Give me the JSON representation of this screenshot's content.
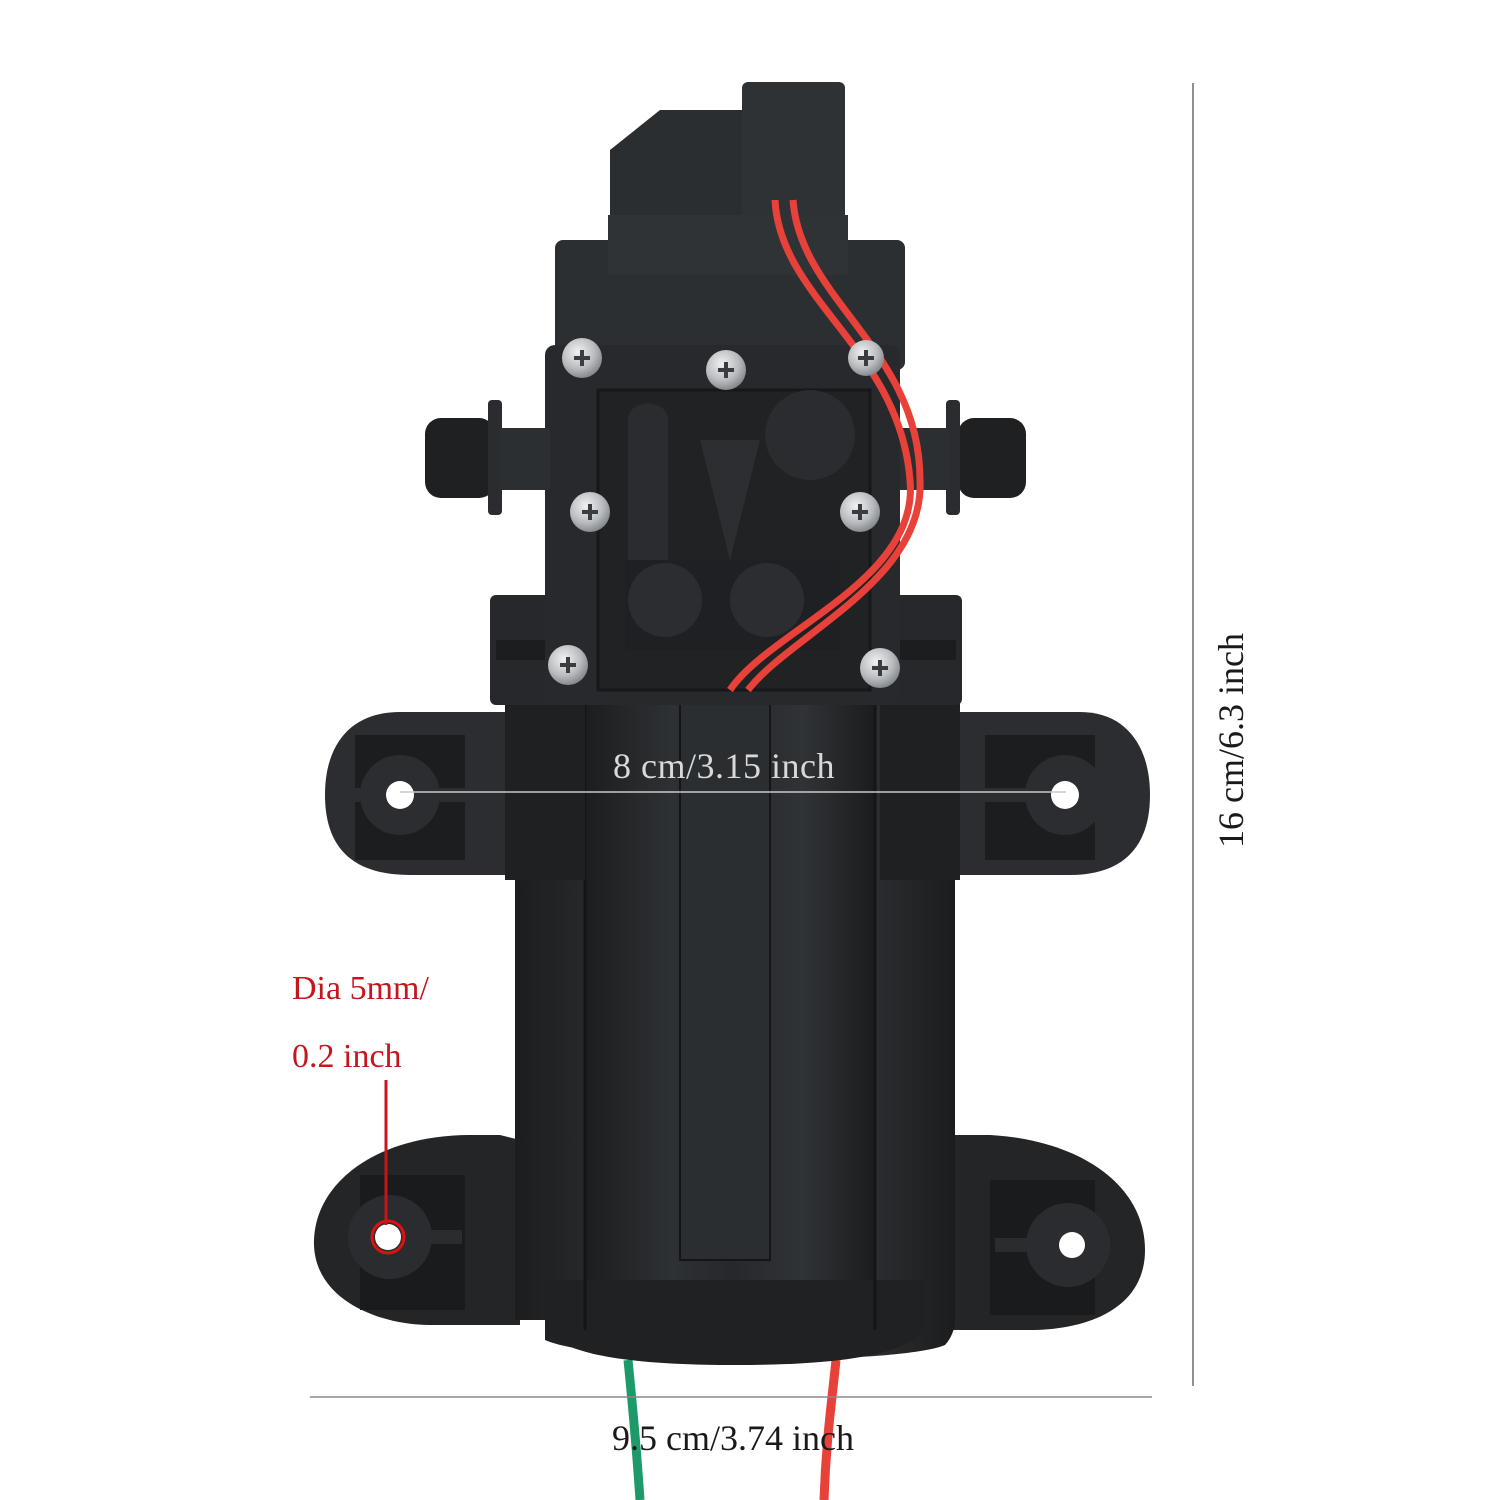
{
  "product": {
    "subject": "12V diaphragm water pump, front view",
    "colors": {
      "background": "#ffffff",
      "body": "#26282a",
      "body_dark": "#1a1b1d",
      "body_light": "#33363a",
      "screw": "#c9ccce",
      "wire_red": "#e8413a",
      "wire_green": "#1e9a6a",
      "annotation_red": "#c4161c",
      "dimension_line": "#7a7a7a"
    }
  },
  "dimensions": {
    "mount_hole_spacing": "8 cm/3.15 inch",
    "overall_height": "16 cm/6.3 inch",
    "overall_width": "9.5 cm/3.74 inch",
    "hole_diameter_line1": "Dia 5mm/",
    "hole_diameter_line2": "0.2 inch"
  }
}
